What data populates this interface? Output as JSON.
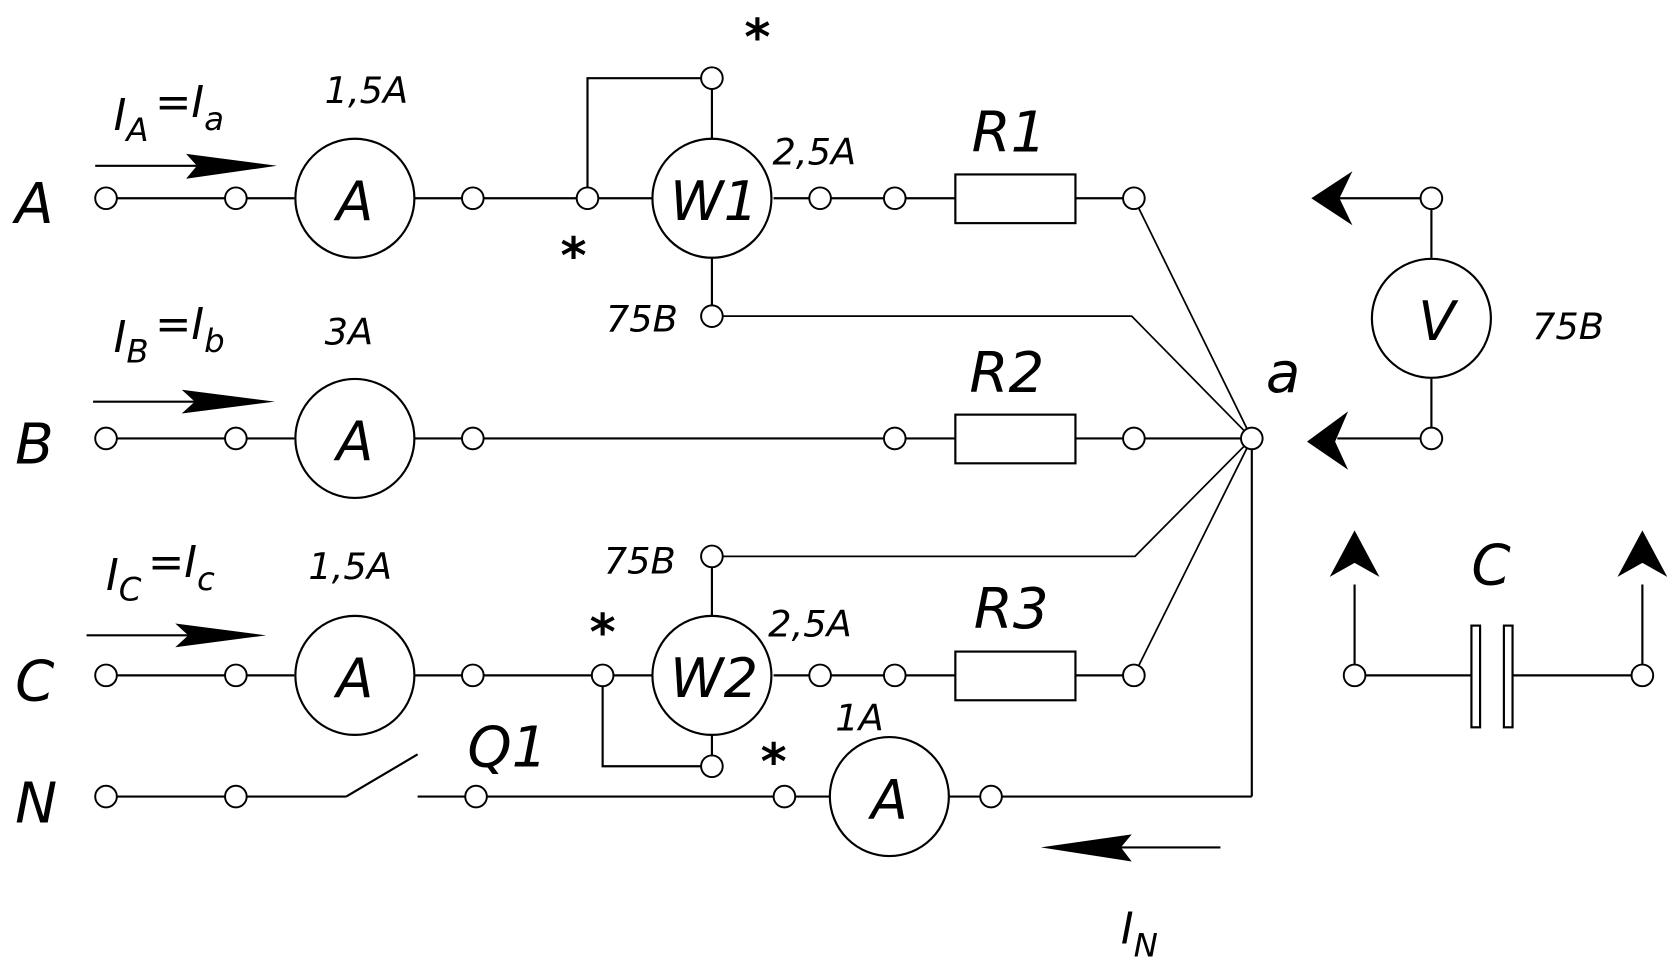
{
  "diagram": {
    "type": "electrical-schematic",
    "description": "Three-phase four-wire star load measurement circuit with ammeters, two wattmeters, voltmeter, switch Q1 and capacitor C",
    "lines": {
      "A": {
        "label": "A",
        "current_label": "I",
        "current_sub": "A",
        "eq": "=",
        "load_current": "I",
        "load_sub": "a",
        "ammeter_symbol": "A",
        "ammeter_range": "1,5A"
      },
      "B": {
        "label": "B",
        "current_label": "I",
        "current_sub": "B",
        "eq": "=",
        "load_current": "I",
        "load_sub": "b",
        "ammeter_symbol": "A",
        "ammeter_range": "3A"
      },
      "C": {
        "label": "C",
        "current_label": "I",
        "current_sub": "C",
        "eq": "=",
        "load_current": "I",
        "load_sub": "c",
        "ammeter_symbol": "A",
        "ammeter_range": "1,5A"
      },
      "N": {
        "label": "N",
        "switch_label": "Q1",
        "ammeter_symbol": "A",
        "ammeter_range": "1A",
        "current_label": "I",
        "current_sub": "N"
      }
    },
    "wattmeters": [
      {
        "symbol": "W1",
        "current_range": "2,5A",
        "voltage_range": "75B",
        "polarity_mark": "*"
      },
      {
        "symbol": "W2",
        "current_range": "2,5A",
        "voltage_range": "75B",
        "polarity_mark": "*"
      }
    ],
    "resistors": [
      {
        "label": "R1"
      },
      {
        "label": "R2"
      },
      {
        "label": "R3"
      }
    ],
    "neutral_node": {
      "label": "a"
    },
    "voltmeter": {
      "symbol": "V",
      "range": "75B"
    },
    "capacitor": {
      "label": "C"
    }
  }
}
